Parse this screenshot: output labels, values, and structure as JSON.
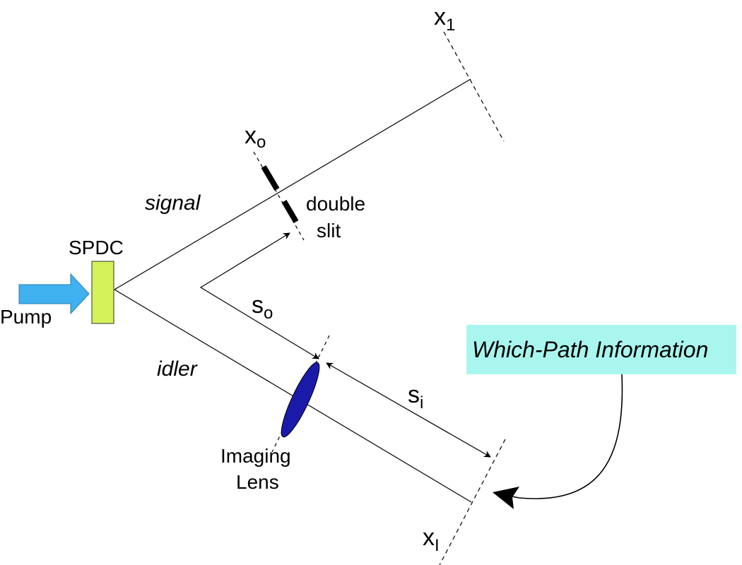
{
  "labels": {
    "pump": "Pump",
    "spdc": "SPDC",
    "signal": "signal",
    "idler": "idler",
    "double_slit_line1": "double",
    "double_slit_line2": "slit",
    "imaging_lens_line1": "Imaging",
    "imaging_lens_line2": "Lens"
  },
  "symbols": {
    "x1_base": "x",
    "x1_sub": "1",
    "xo_base": "x",
    "xo_sub": "o",
    "so_base": "s",
    "so_sub": "o",
    "si_base": "s",
    "si_sub": "i",
    "xi_base": "x",
    "xi_sub": "I"
  },
  "callout": {
    "text": "Which-Path Information"
  },
  "colors": {
    "pump_arrow": "#3fb1ef",
    "crystal": "#d4f25a",
    "lens": "#1a1aaa",
    "callout_bg": "#a9f6ee"
  }
}
